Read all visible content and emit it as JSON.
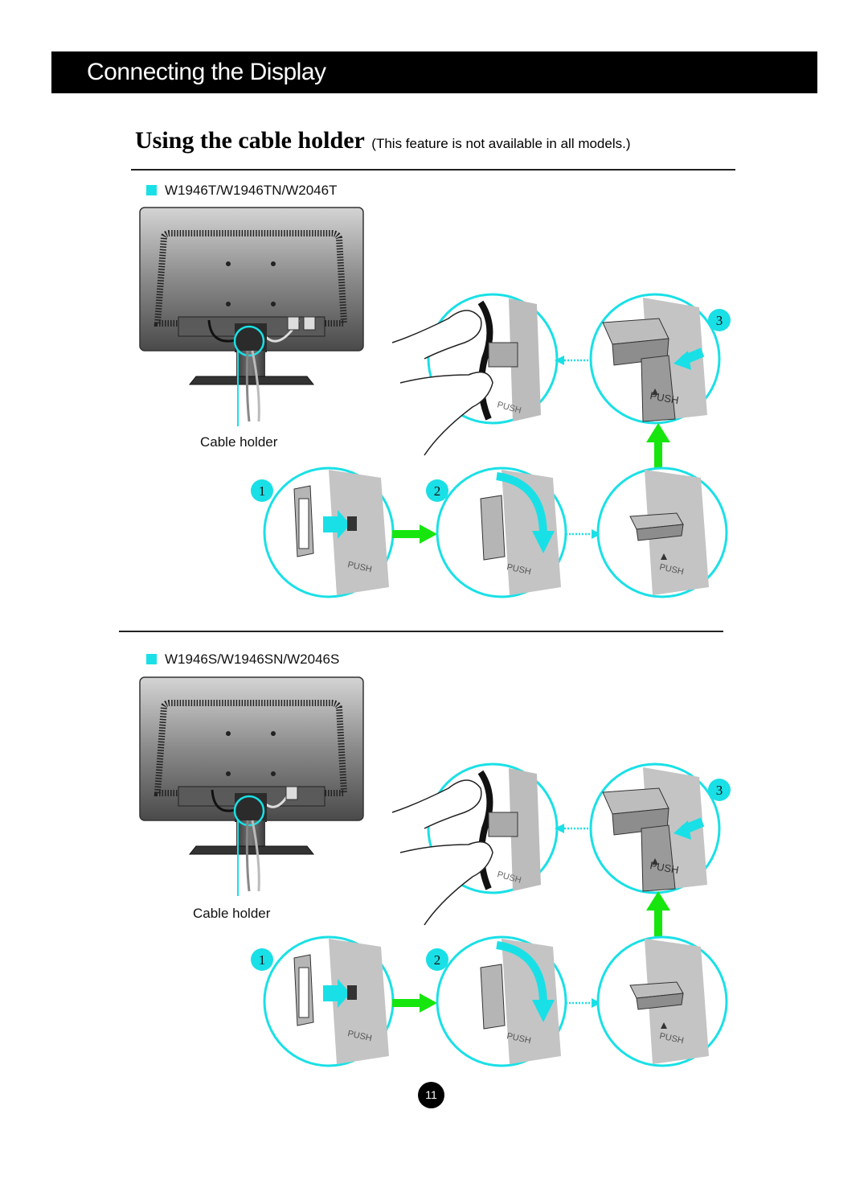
{
  "header": {
    "title": "Connecting the Display"
  },
  "subtitle": {
    "main": "Using the cable holder",
    "note": "(This feature is not available in all models.)"
  },
  "sections": [
    {
      "model": "W1946T/W1946TN/W2046T",
      "cable_label": "Cable holder",
      "steps": [
        "1",
        "2",
        "3"
      ],
      "push_text": "PUSH"
    },
    {
      "model": "W1946S/W1946SN/W2046S",
      "cable_label": "Cable holder",
      "steps": [
        "1",
        "2",
        "3"
      ],
      "push_text": "PUSH"
    }
  ],
  "page_number": "11",
  "colors": {
    "accent": "#19e0e6",
    "arrow": "#16e60e",
    "header_bg": "#000000"
  }
}
